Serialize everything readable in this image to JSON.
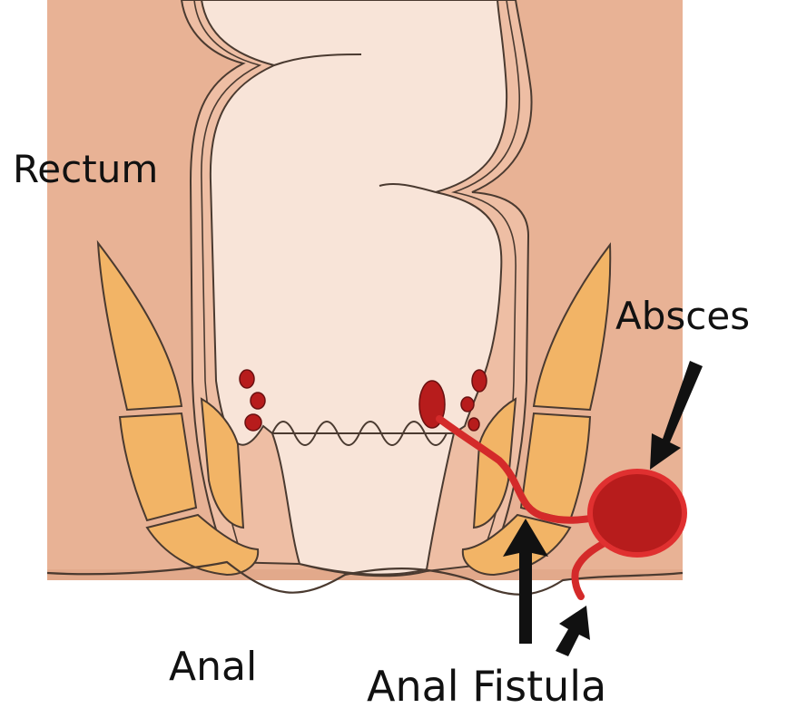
{
  "labels": {
    "rectum": "Rectum",
    "absces": "Absces",
    "anal": "Anal",
    "anal_fistula": "Anal Fistula"
  },
  "colors": {
    "tissue": "#e8b295",
    "lumen": "#f8e4d8",
    "wall": "#eebea4",
    "muscle": "#f2b466",
    "outline": "#4a3a30",
    "abscess": "#b71c1c",
    "fistula": "#d42a2a",
    "arrow": "#111111"
  }
}
